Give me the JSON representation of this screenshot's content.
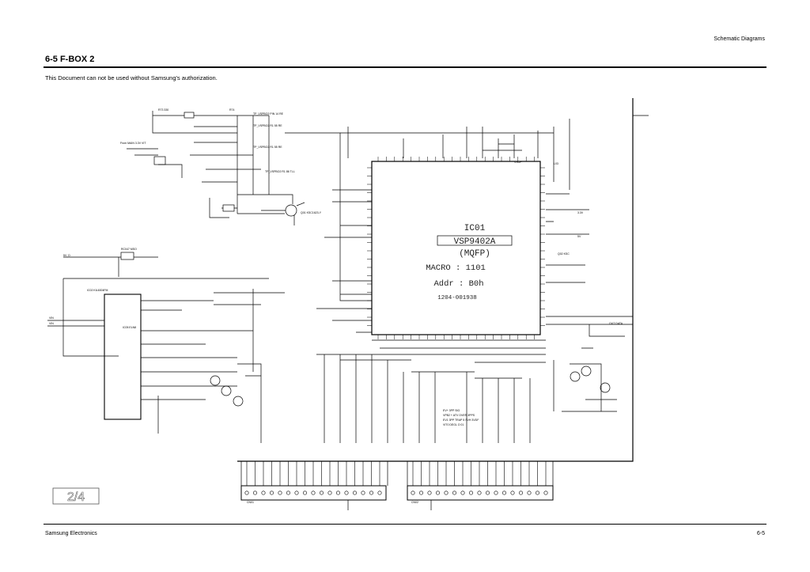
{
  "header": {
    "section": "Schematic Diagrams"
  },
  "page_title": "6-5 F-BOX 2",
  "notice": "This Document can not be used without Samsung's authorization.",
  "chip": {
    "designator": "IC01",
    "part": "VSP9402A",
    "package": "(MQFP)",
    "macro": "MACRO : 1101",
    "addr": "Addr : B0h",
    "code": "1204-001938"
  },
  "sheet_marker": "2/4",
  "footer": {
    "company": "Samsung Electronics",
    "page": "6-5"
  }
}
